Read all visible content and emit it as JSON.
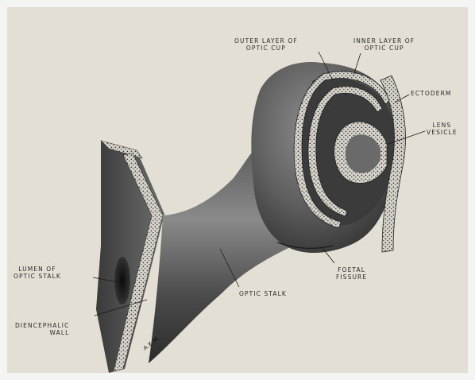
{
  "figure": {
    "labels": {
      "outer_layer": [
        "OUTER LAYER OF",
        "OPTIC CUP"
      ],
      "inner_layer": [
        "INNER LAYER OF",
        "OPTIC CUP"
      ],
      "ectoderm": "ECTODERM",
      "lens_vesicle": [
        "LENS",
        "VESICLE"
      ],
      "lumen": [
        "LUMEN OF",
        "OPTIC STALK"
      ],
      "diencephalic": [
        "DIENCEPHALIC",
        "WALL"
      ],
      "optic_stalk": "OPTIC STALK",
      "foetal_fissure": [
        "FOETAL",
        "FISSURE"
      ]
    },
    "signature": "A.K.M"
  }
}
